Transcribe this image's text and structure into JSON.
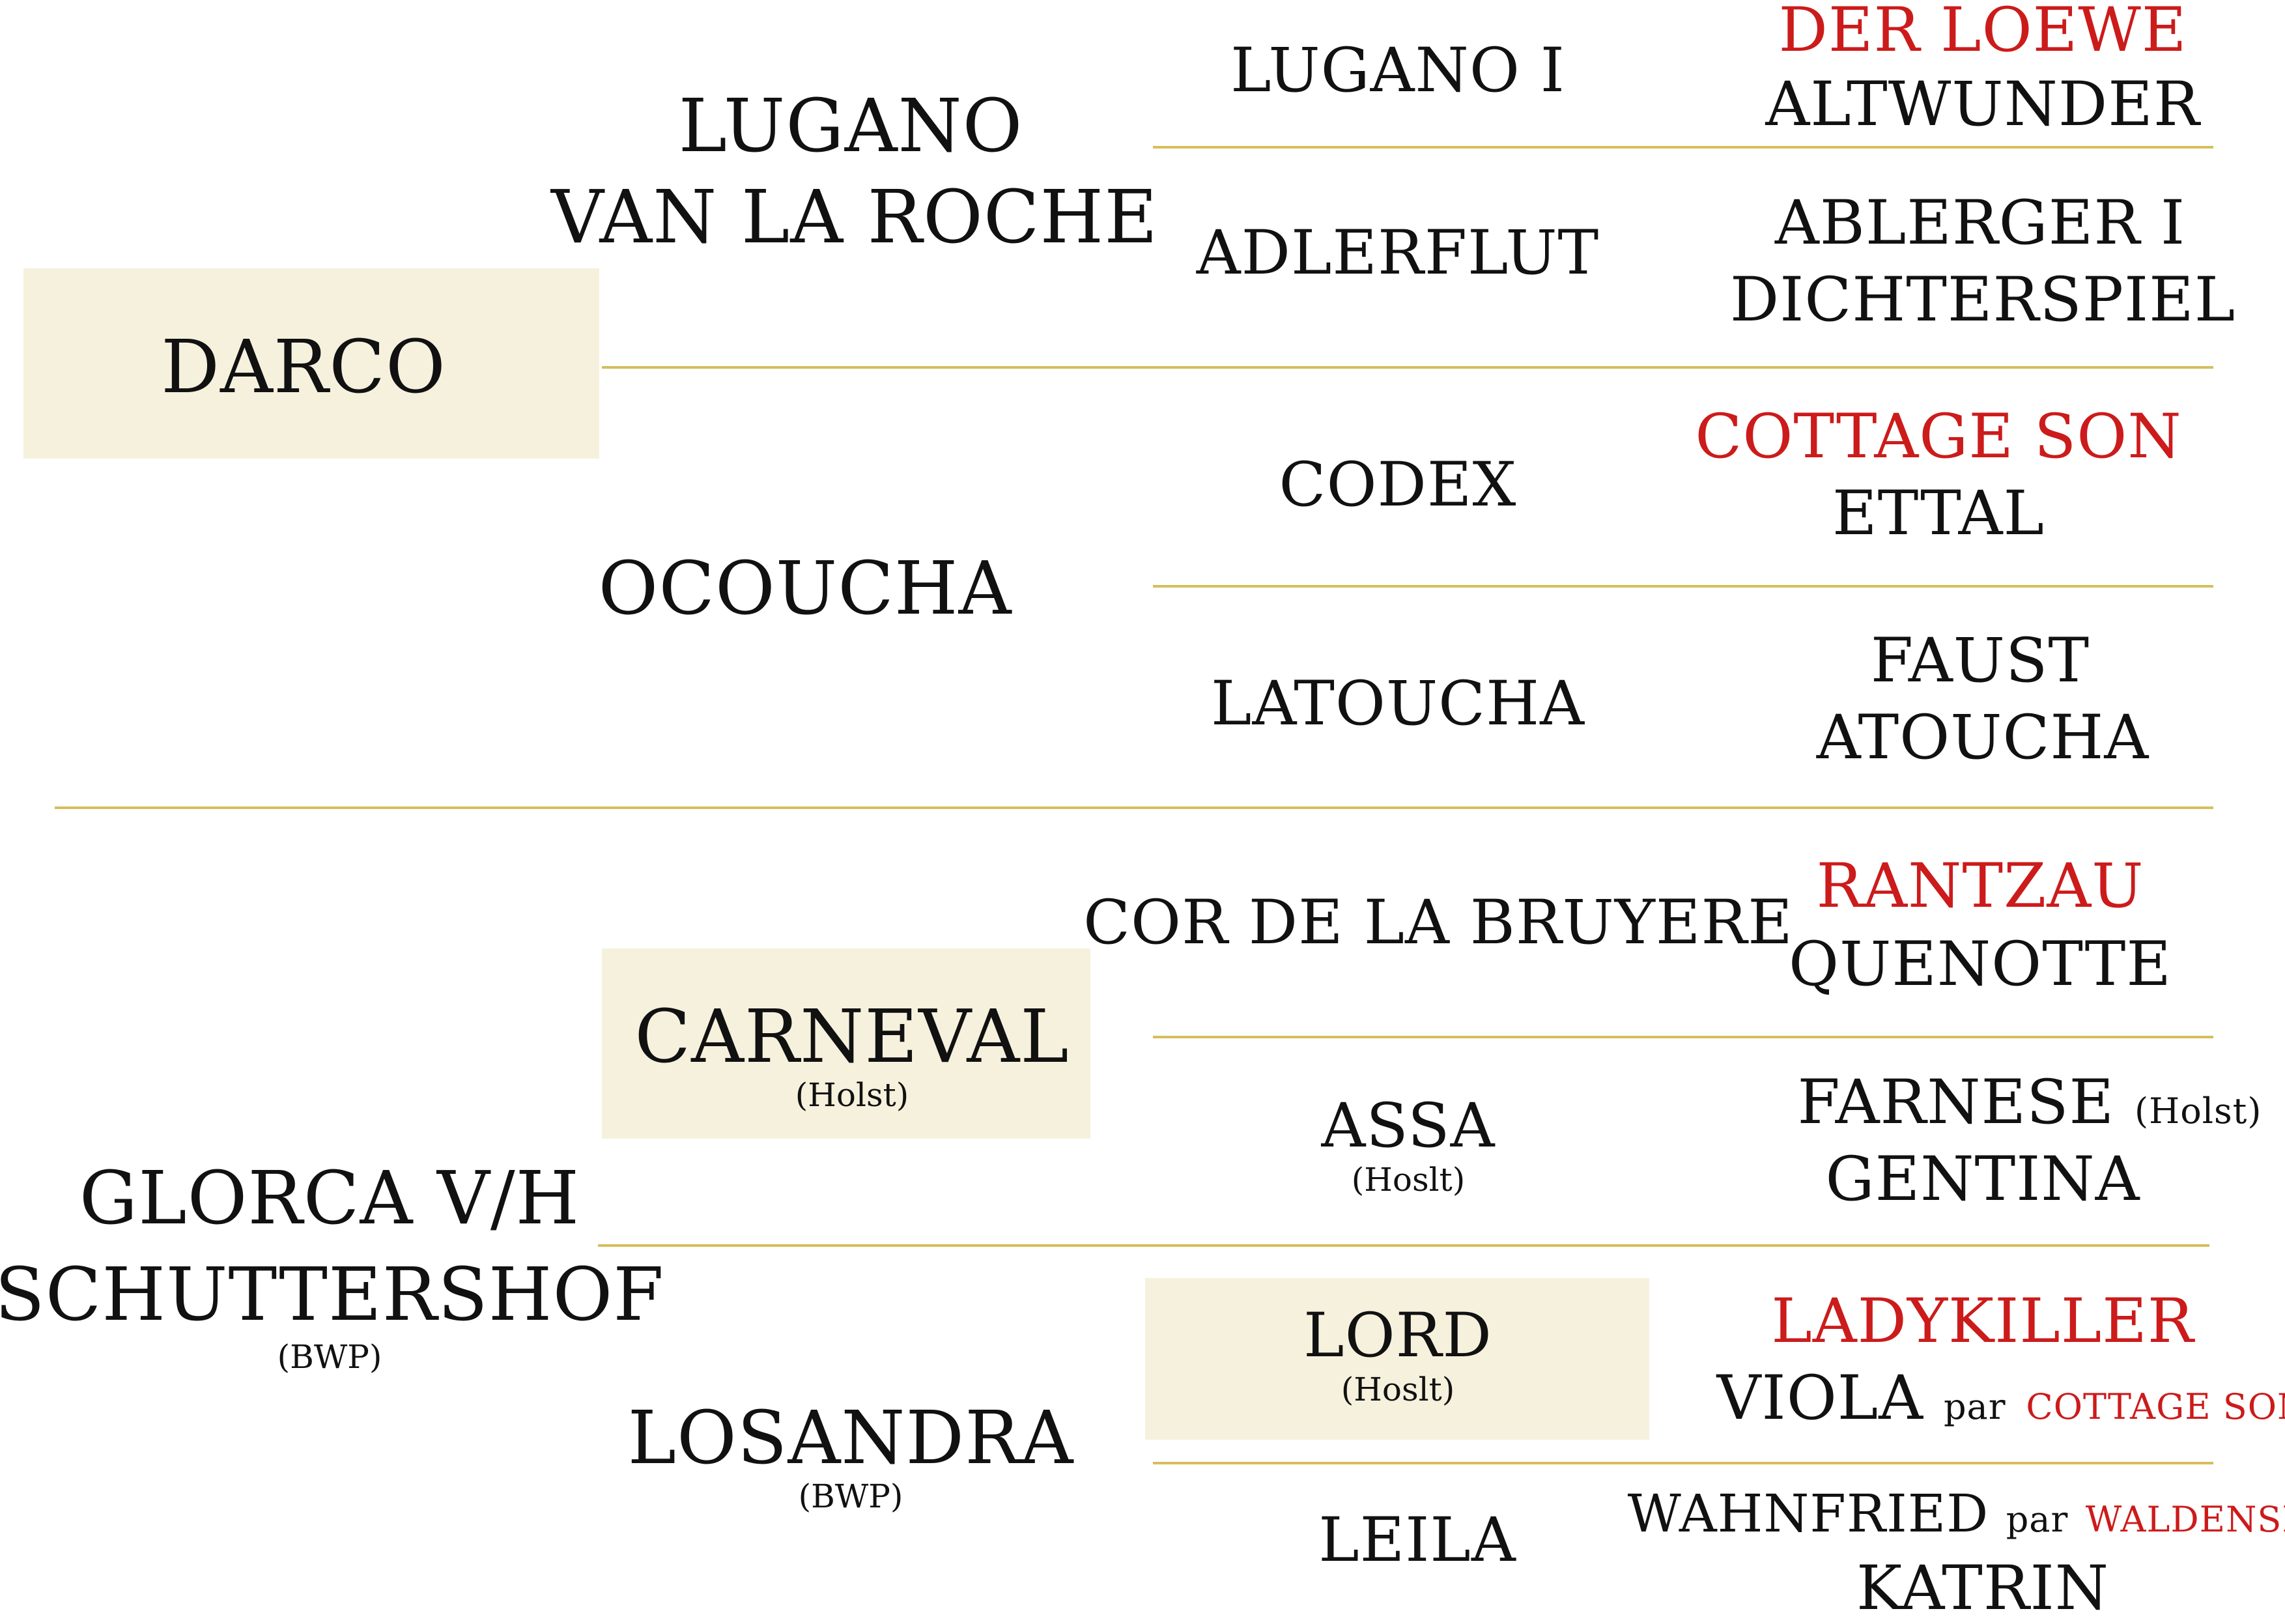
{
  "colors": {
    "highlight_box": "#f6f1dd",
    "divider": "#d6be5c",
    "sire_line": "#cc1b1b",
    "text": "#111111"
  },
  "sire": {
    "name": "DARCO",
    "father": {
      "name_line1": "LUGANO",
      "name_line2": "VAN LA ROCHE",
      "father": {
        "name": "LUGANO I",
        "sire": "DER LOEWE",
        "dam": "ALTWUNDER"
      },
      "mother": {
        "name": "ADLERFLUT",
        "sire": "ABLERGER I",
        "dam": "DICHTERSPIEL"
      }
    },
    "mother": {
      "name": "OCOUCHA",
      "father": {
        "name": "CODEX",
        "sire": "COTTAGE SON",
        "dam": "ETTAL"
      },
      "mother": {
        "name": "LATOUCHA",
        "sire": "FAUST",
        "dam": "ATOUCHA"
      }
    }
  },
  "dam": {
    "name_line1": "GLORCA V/H",
    "name_line2": "SCHUTTERSHOF",
    "studbook": "(BWP)",
    "father": {
      "name": "CARNEVAL",
      "studbook": "(Holst)",
      "father": {
        "name": "COR DE LA BRUYERE",
        "sire": "RANTZAU",
        "dam": "QUENOTTE"
      },
      "mother": {
        "name": "ASSA",
        "studbook": "(Hoslt)",
        "sire": "FARNESE",
        "sire_studbook": "(Holst)",
        "dam": "GENTINA"
      }
    },
    "mother": {
      "name": "LOSANDRA",
      "studbook": "(BWP)",
      "father": {
        "name": "LORD",
        "studbook": "(Hoslt)",
        "sire": "LADYKILLER",
        "dam": "VIOLA",
        "dam_par_word": "par",
        "dam_par_name": "COTTAGE SON"
      },
      "mother": {
        "name": "LEILA",
        "sire": "WAHNFRIED",
        "sire_par_word": "par",
        "sire_par_name": "WALDENSER",
        "dam": "KATRIN"
      }
    }
  }
}
